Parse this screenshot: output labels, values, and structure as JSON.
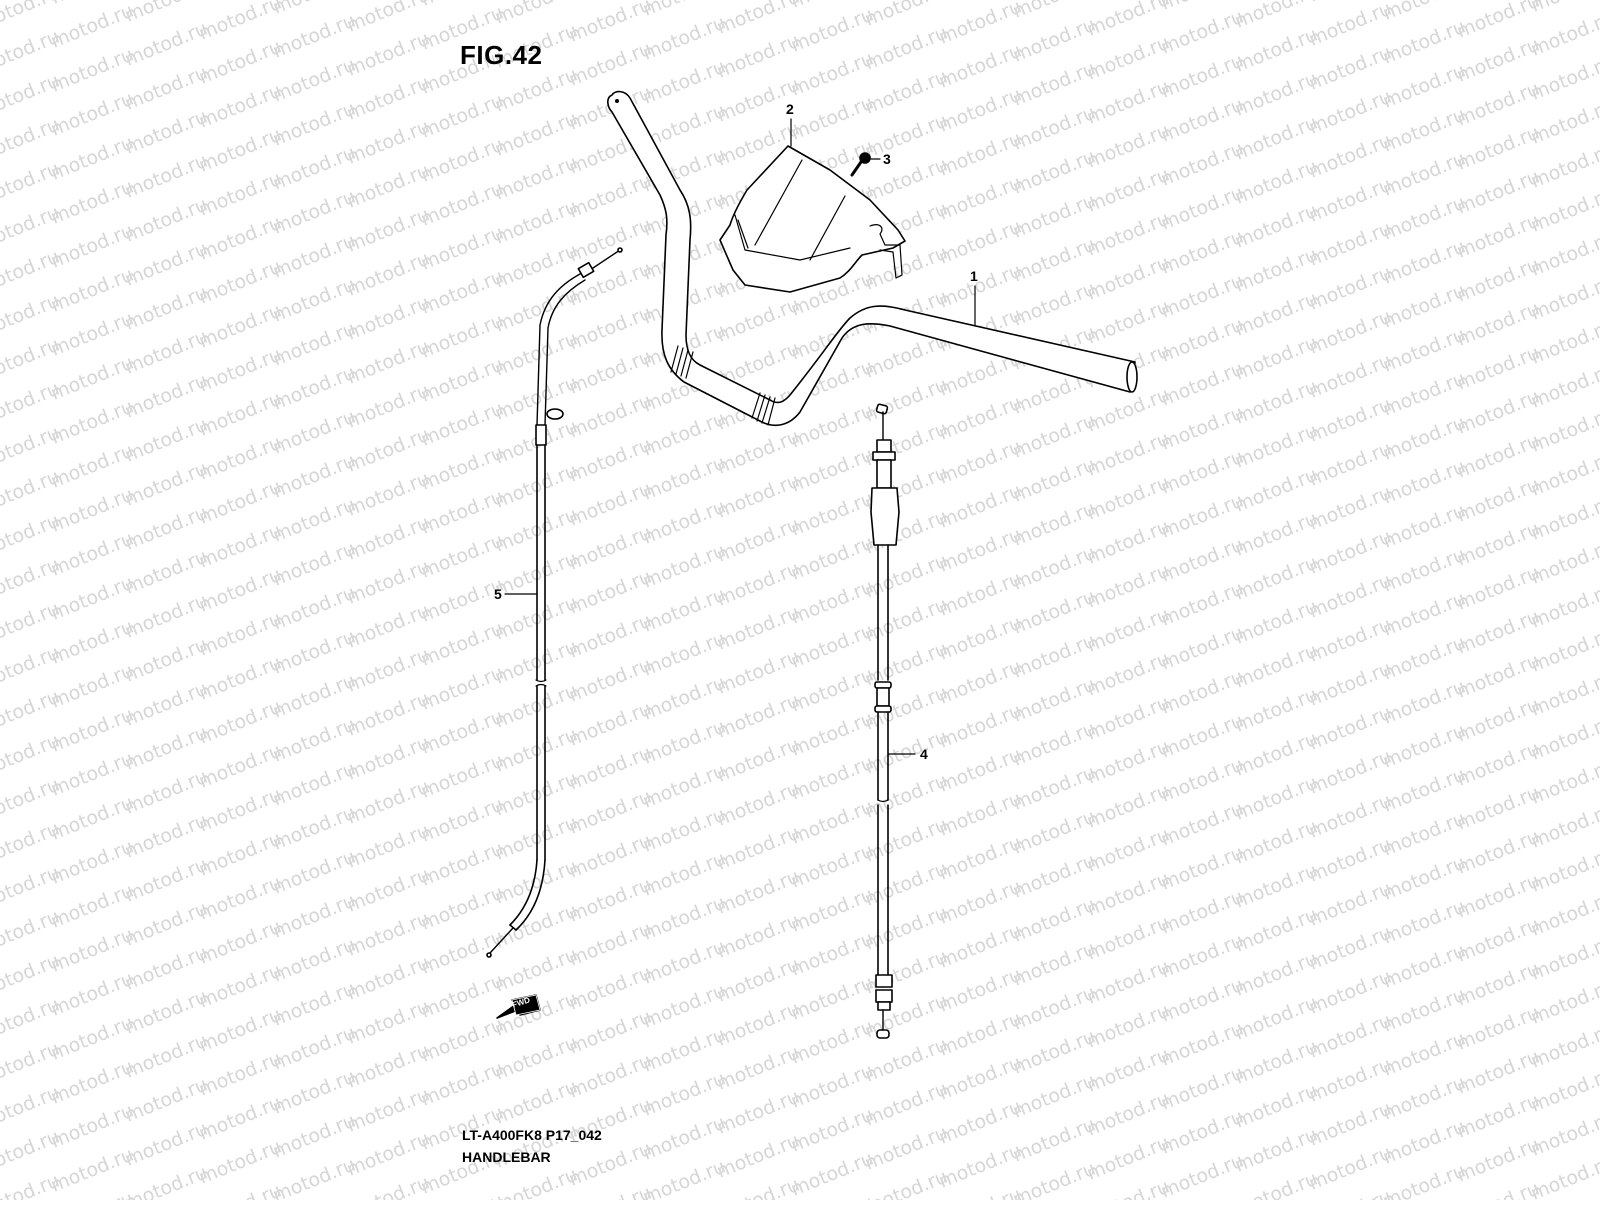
{
  "figure": {
    "title": "FIG.42",
    "model_code": "LT-A400FK8 P17_042",
    "section_name": "HANDLEBAR",
    "watermark_text": "motod.ru",
    "direction_badge": "FWD"
  },
  "callouts": [
    {
      "number": "1",
      "part": "handlebar"
    },
    {
      "number": "2",
      "part": "handlebar-cover"
    },
    {
      "number": "3",
      "part": "screw"
    },
    {
      "number": "4",
      "part": "cable-right"
    },
    {
      "number": "5",
      "part": "cable-left"
    }
  ],
  "colors": {
    "line": "#000000",
    "watermark": "#d6d6d6",
    "background": "#ffffff"
  }
}
